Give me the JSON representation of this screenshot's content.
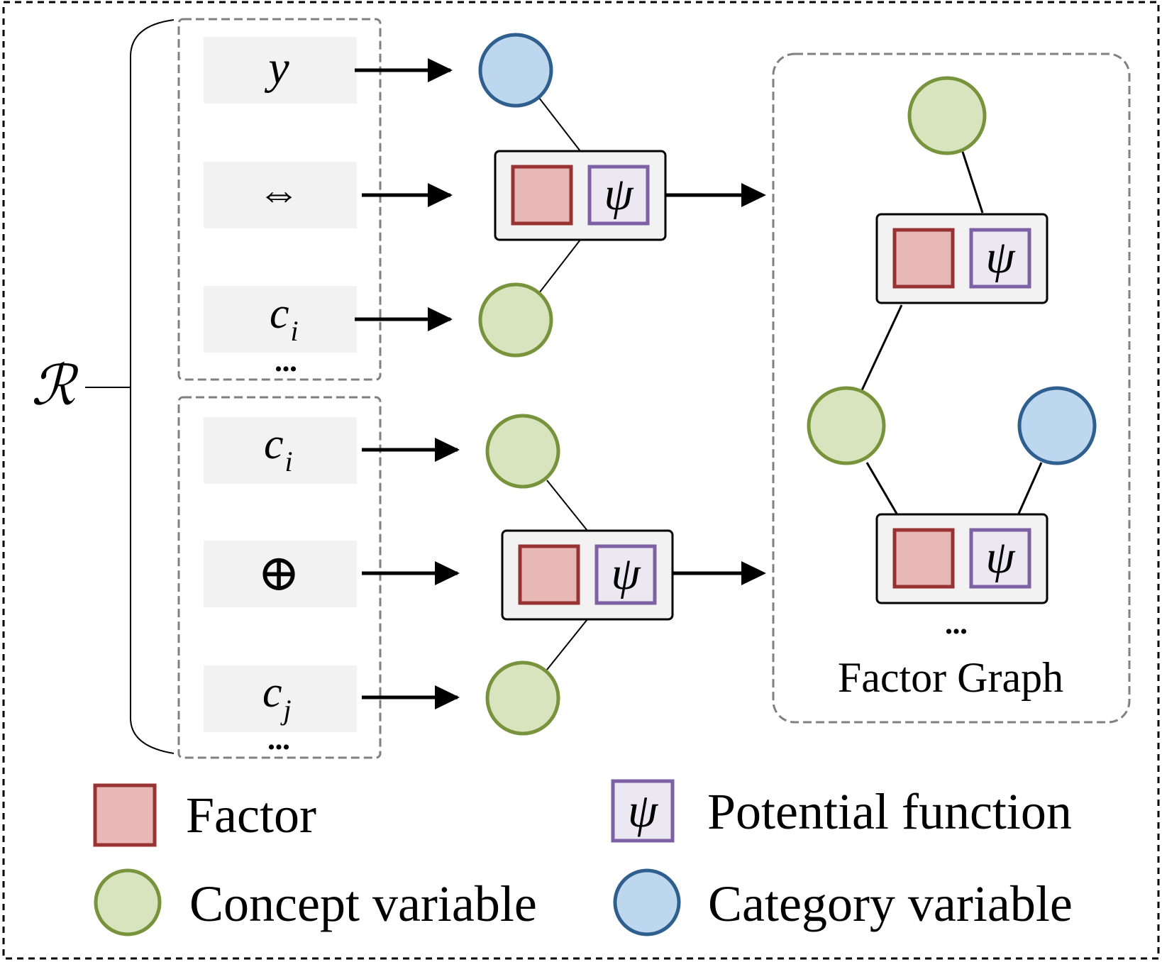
{
  "rule_set_symbol": "ℛ",
  "rule1": {
    "items": [
      {
        "main": "y",
        "sub": ""
      },
      {
        "main": "⇔",
        "sub": ""
      },
      {
        "main": "c",
        "sub": "i"
      }
    ],
    "ellipsis": "•••"
  },
  "rule2": {
    "items": [
      {
        "main": "c",
        "sub": "i"
      },
      {
        "main": "⊕",
        "sub": ""
      },
      {
        "main": "c",
        "sub": "j"
      }
    ],
    "ellipsis": "•••"
  },
  "psi_symbol": "ψ",
  "factor_graph": {
    "title": "Factor Graph",
    "ellipsis": "•••"
  },
  "legend": {
    "factor": "Factor",
    "potential": "Potential function",
    "concept": "Concept variable",
    "category": "Category variable"
  },
  "colors": {
    "factor_fill": "#e8b8b6",
    "factor_stroke": "#993333",
    "psi_fill": "#ece8f2",
    "psi_stroke": "#7e61a4",
    "concept_fill": "#d7e4bd",
    "concept_stroke": "#77933c",
    "category_fill": "#bdd7ee",
    "category_stroke": "#2e5f8f",
    "token_bg": "#f2f2f2",
    "factor_box_fill": "#f2f2f2"
  }
}
